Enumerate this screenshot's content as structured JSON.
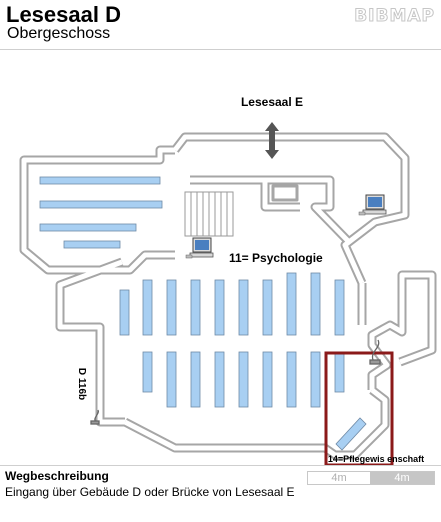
{
  "header": {
    "title": "Lesesaal D",
    "subtitle": "Obergeschoss",
    "brand": "BIBMAP"
  },
  "map": {
    "labels": {
      "exit_label": "Lesesaal E",
      "section_psychology": "11= Psychologie",
      "section_nursing": "14=Pflegewis enschaft",
      "room_label": "D 116b"
    },
    "colors": {
      "wall": "#a8a8a8",
      "shelf": "#a8cff2",
      "highlight": "#8b1a1a",
      "arrow": "#555555"
    },
    "icons": [
      "computer-icon",
      "computer-icon",
      "computer-icon",
      "staircase",
      "up-down-arrow-icon"
    ]
  },
  "footer": {
    "directions_title": "Wegbeschreibung",
    "directions_text": "Eingang über Gebäude D oder Brücke von Lesesaal E",
    "scale_left": "4m",
    "scale_right": "4m"
  }
}
